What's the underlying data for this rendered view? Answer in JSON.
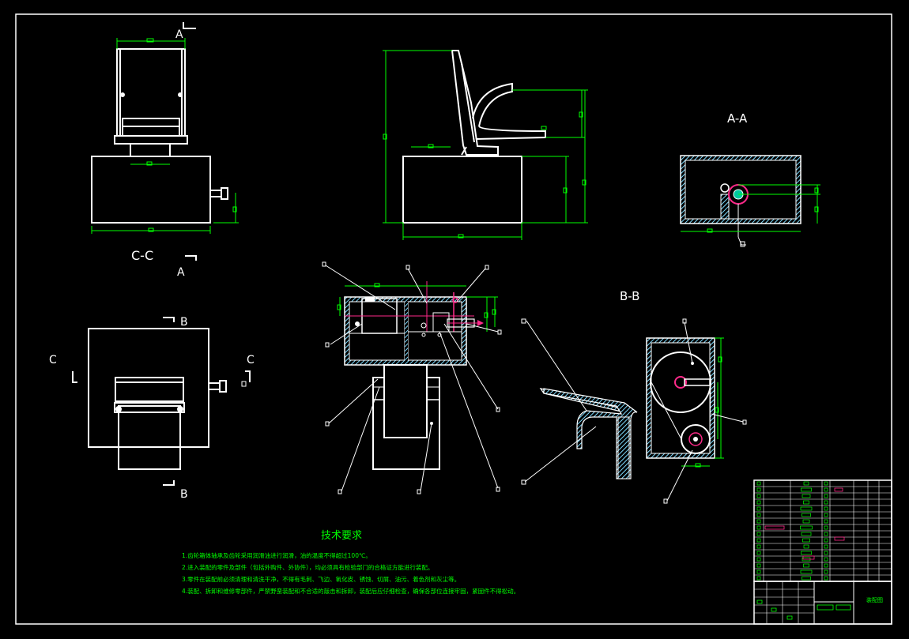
{
  "drawing": {
    "view_labels": {
      "section_aa_top_ref": "A",
      "section_aa_bottom_ref": "A",
      "section_cc": "C-C",
      "section_aa": "A-A",
      "section_bb": "B-B",
      "section_b_top_ref": "B",
      "section_b_bottom_ref": "B",
      "section_c_left_ref": "C",
      "section_c_right_ref": "C"
    },
    "technical_requirements": {
      "title": "技术要求",
      "items": [
        "1.齿轮箱体轴承及齿轮采用润滑油进行润滑，油的温度不得超过100℃。",
        "2.进入装配的零件及部件（包括外购件、外协件），均必须具有检验部门的合格证方能进行装配。",
        "3.零件在装配前必须清理和清洗干净，不得有毛刺、飞边、氧化皮、锈蚀、切屑、油污、着色剂和灰尘等。",
        "4.装配、拆卸和维修零部件，严禁野蛮装配和不合适的敲击和拆卸，装配后应仔细检查，确保各部位连接牢固，紧固件不得松动。"
      ]
    },
    "title_block": {
      "drawing_name": "装配图"
    },
    "colors": {
      "outline": "#ffffff",
      "dimension": "#00ff00",
      "section_hatch": "#7fdcff",
      "highlight": "#ff2a8a",
      "note_text": "#00ff00",
      "label_text": "#ffffff",
      "background": "#000000"
    }
  }
}
